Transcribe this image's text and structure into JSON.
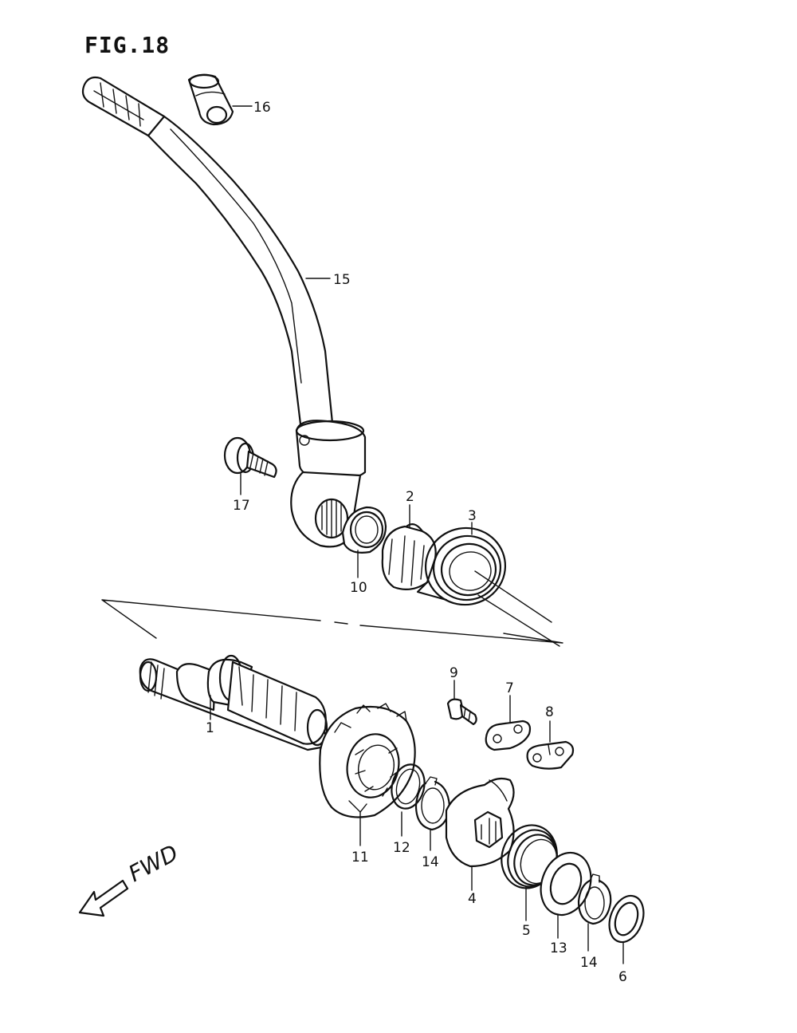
{
  "figure_title": "FIG.18",
  "fwd_label": "FWD",
  "callouts": [
    {
      "id": "16",
      "label": "16"
    },
    {
      "id": "15",
      "label": "15"
    },
    {
      "id": "17",
      "label": "17"
    },
    {
      "id": "10",
      "label": "10"
    },
    {
      "id": "2",
      "label": "2"
    },
    {
      "id": "3",
      "label": "3"
    },
    {
      "id": "9",
      "label": "9"
    },
    {
      "id": "7",
      "label": "7"
    },
    {
      "id": "8",
      "label": "8"
    },
    {
      "id": "1",
      "label": "1"
    },
    {
      "id": "11",
      "label": "11"
    },
    {
      "id": "12",
      "label": "12"
    },
    {
      "id": "14a",
      "label": "14"
    },
    {
      "id": "4",
      "label": "4"
    },
    {
      "id": "5",
      "label": "5"
    },
    {
      "id": "13",
      "label": "13"
    },
    {
      "id": "14b",
      "label": "14"
    },
    {
      "id": "6",
      "label": "6"
    }
  ]
}
